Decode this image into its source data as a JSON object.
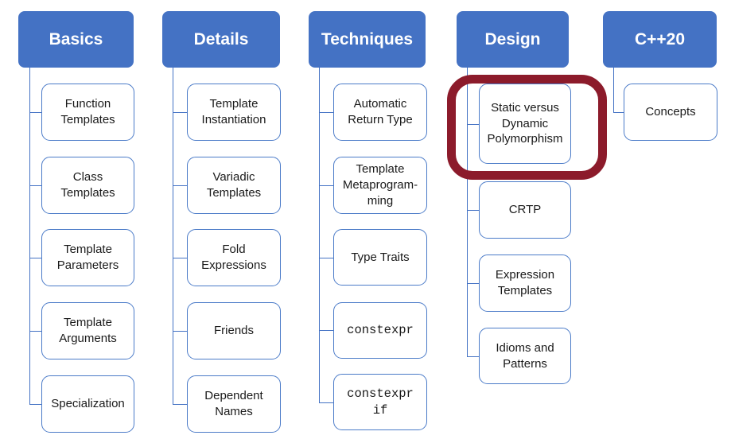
{
  "diagram": {
    "type": "hierarchy-list",
    "accent_color": "#4472C4",
    "columns": [
      {
        "header": "Basics",
        "items": [
          "Function\nTemplates",
          "Class\nTemplates",
          "Template\nParameters",
          "Template\nArguments",
          "Specialization"
        ]
      },
      {
        "header": "Details",
        "items": [
          "Template\nInstantiation",
          "Variadic\nTemplates",
          "Fold\nExpressions",
          "Friends",
          "Dependent\nNames"
        ]
      },
      {
        "header": "Techniques",
        "items": [
          "Automatic\nReturn Type",
          "Template\nMetaprogram-\nming",
          "Type Traits",
          "constexpr",
          "constexpr\nif"
        ]
      },
      {
        "header": "Design",
        "items": [
          "Static versus\nDynamic\nPolymorphism",
          "CRTP",
          "Expression\nTemplates",
          "Idioms and\nPatterns"
        ]
      },
      {
        "header": "C++20",
        "items": [
          "Concepts"
        ]
      }
    ],
    "annotation": {
      "shape": "rounded-rectangle-outline",
      "around": "Static versus Dynamic Polymorphism",
      "color": "#8C1B2B"
    }
  }
}
